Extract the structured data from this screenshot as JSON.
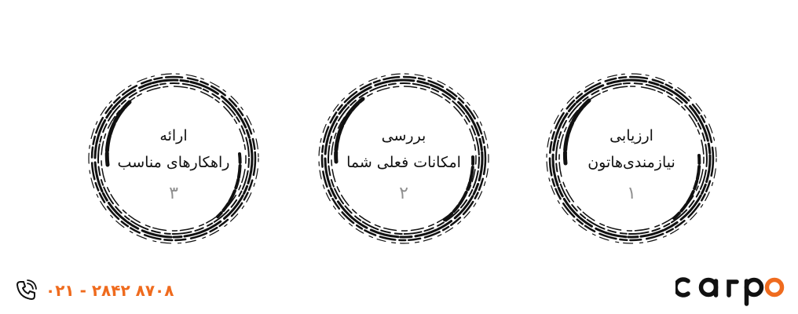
{
  "steps": [
    {
      "title": "ارزیابی\nنیازمندی‌هاتون",
      "number": "۱"
    },
    {
      "title": "بررسی\nامکانات فعلی شما",
      "number": "۲"
    },
    {
      "title": "ارائه\nراهکارهای مناسب",
      "number": "۳"
    }
  ],
  "contact": {
    "phone": "۰۲۱ - ۲۸۴۲ ۸۷۰۸",
    "icon": "phone-icon"
  },
  "logo": {
    "text": "carpo"
  },
  "colors": {
    "accent": "#ef6b1e",
    "ring": "#111111",
    "number": "#8f8f8f"
  }
}
